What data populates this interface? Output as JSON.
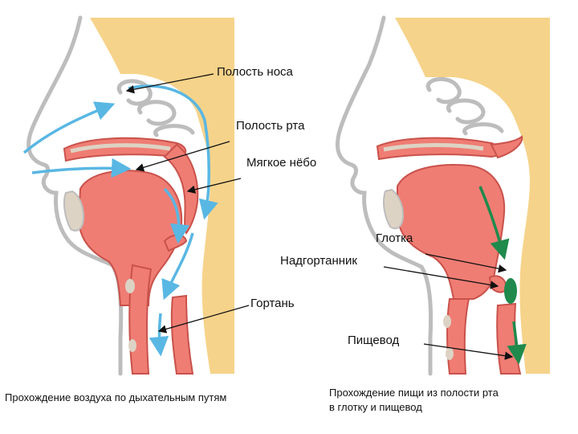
{
  "labels": {
    "nasal_cavity": "Полость носа",
    "oral_cavity": "Полость рта",
    "soft_palate": "Мягкое нёбо",
    "pharynx": "Глотка",
    "epiglottis": "Надгортанник",
    "larynx": "Гортань",
    "esophagus": "Пищевод"
  },
  "captions": {
    "left": "Прохождение воздуха по дыхательным путям",
    "right_line1": "Прохождение пищи из полости рта",
    "right_line2": "в глотку и пищевод"
  },
  "colors": {
    "background_tissue": "#f6d38a",
    "muscle": "#ef7d74",
    "muscle_outline": "#c9524b",
    "skin_outline": "#bdbdbd",
    "cartilage": "#ddd3c4",
    "air_flow": "#59b7e3",
    "food_flow": "#1f8a4c"
  }
}
